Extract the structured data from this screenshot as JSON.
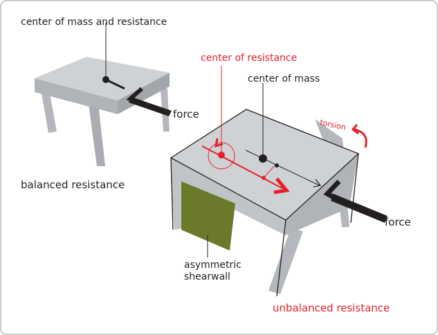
{
  "labels": {
    "left_center": "center of mass and resistance",
    "left_force": "force",
    "left_caption": "balanced resistance",
    "center_resistance": "center of resistance",
    "center_mass": "center of mass",
    "torsion": "torsion",
    "right_force": "force",
    "shearwall_line1": "asymmetric",
    "shearwall_line2": "shearwall",
    "right_caption": "unbalanced resistance"
  },
  "colors": {
    "accent": "#e5202a",
    "table": "#c5c8cc",
    "shearwall": "#6b7a2a",
    "ink": "#231f20"
  }
}
